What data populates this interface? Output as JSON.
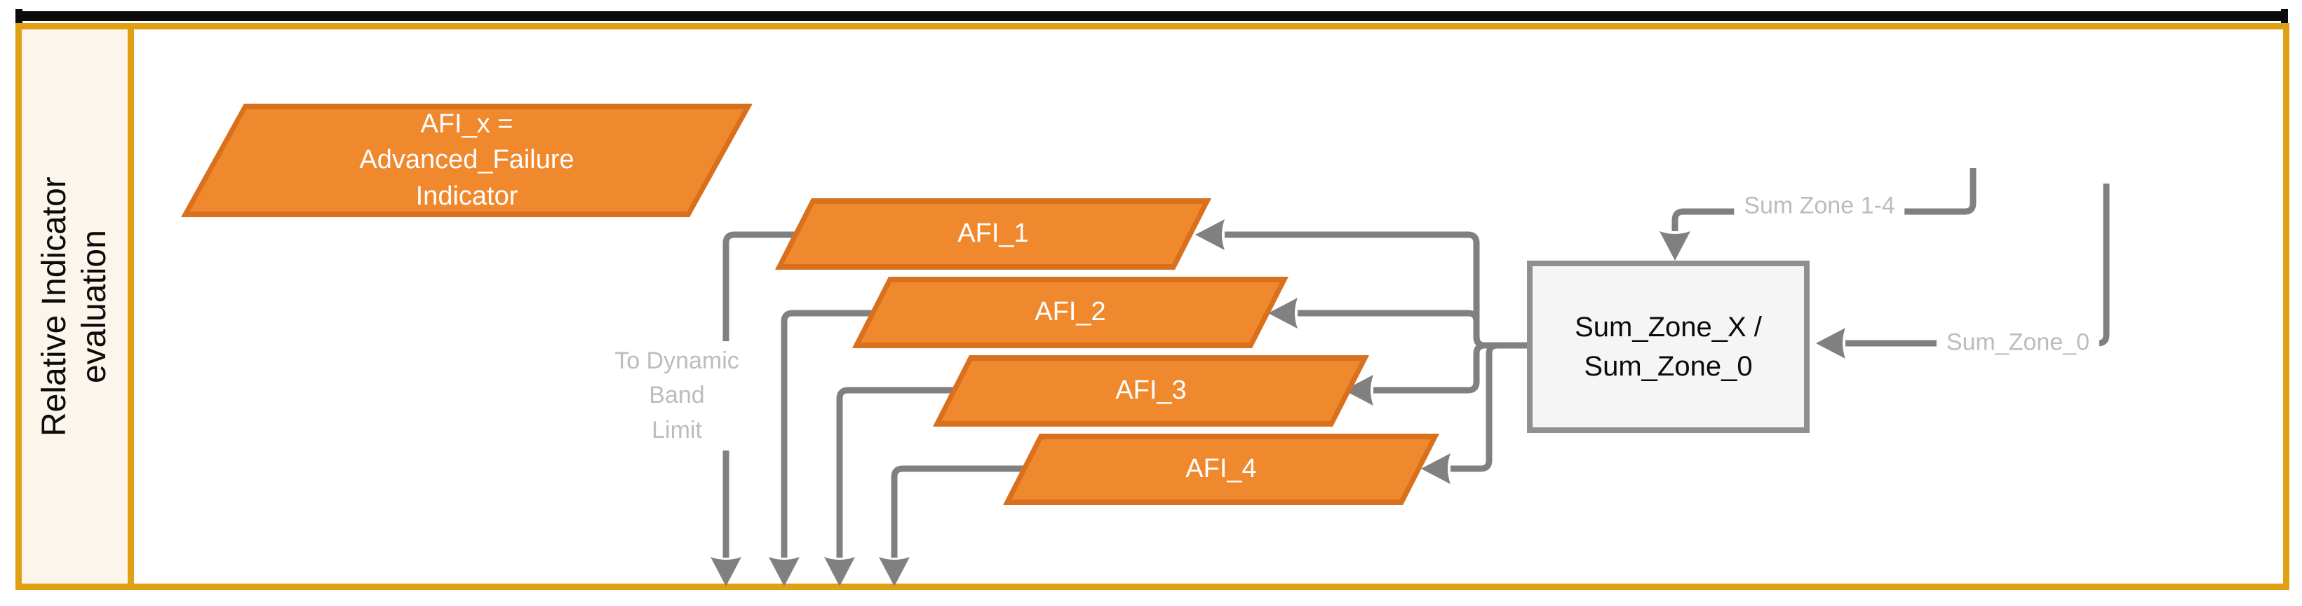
{
  "lane": {
    "title_line1": "Relative Indicator",
    "title_line2": "evaluation"
  },
  "nodes": {
    "afi_x": {
      "line1": "AFI_x =",
      "line2": "Advanced_Failure",
      "line3": "Indicator"
    },
    "afi_1": {
      "label": "AFI_1"
    },
    "afi_2": {
      "label": "AFI_2"
    },
    "afi_3": {
      "label": "AFI_3"
    },
    "afi_4": {
      "label": "AFI_4"
    },
    "sum_box": {
      "line1": "Sum_Zone_X /",
      "line2": "Sum_Zone_0"
    }
  },
  "edge_labels": {
    "to_dynamic": {
      "line1": "To Dynamic",
      "line2": "Band",
      "line3": "Limit"
    },
    "sum_zone_14": "Sum Zone 1-4",
    "sum_zone_0": "Sum_Zone_0"
  },
  "colors": {
    "node_fill": "#f0882d",
    "node_border": "#d8701d",
    "lane_border": "#dfa013",
    "lane_fill": "#fcf5eb",
    "wire_gray": "#808080",
    "edge_label_gray": "#bcbcbc",
    "process_fill": "#f5f5f5",
    "process_border": "#909090",
    "top_rule": "#0b0b0b"
  }
}
